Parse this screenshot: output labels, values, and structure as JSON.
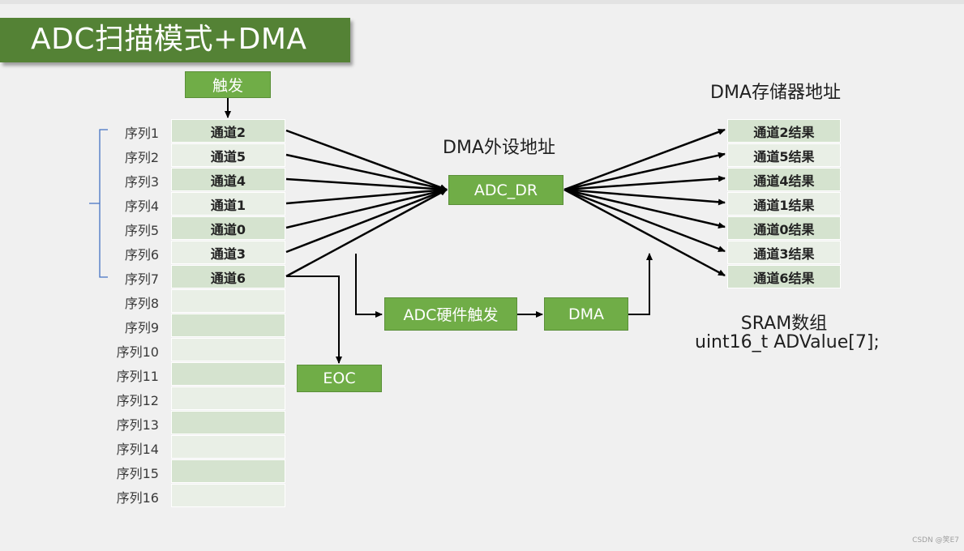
{
  "title": "ADC扫描模式+DMA",
  "trigger_label": "触发",
  "sequence_labels": [
    "序列1",
    "序列2",
    "序列3",
    "序列4",
    "序列5",
    "序列6",
    "序列7",
    "序列8",
    "序列9",
    "序列10",
    "序列11",
    "序列12",
    "序列13",
    "序列14",
    "序列15",
    "序列16"
  ],
  "sequence_channels": [
    "通道2",
    "通道5",
    "通道4",
    "通道1",
    "通道0",
    "通道3",
    "通道6",
    "",
    "",
    "",
    "",
    "",
    "",
    "",
    "",
    ""
  ],
  "dma_peripheral_label": "DMA外设地址",
  "adc_dr_label": "ADC_DR",
  "dma_memory_label": "DMA存储器地址",
  "results": [
    "通道2结果",
    "通道5结果",
    "通道4结果",
    "通道1结果",
    "通道0结果",
    "通道3结果",
    "通道6结果"
  ],
  "sram_line1": "SRAM数组",
  "sram_line2": "uint16_t ADValue[7];",
  "adc_hw_trigger_label": "ADC硬件触发",
  "dma_label": "DMA",
  "eoc_label": "EOC",
  "watermark": "CSDN @笑E7",
  "colors": {
    "banner": "#548235",
    "box_fill": "#70ad47",
    "cell_dark": "#d5e3cf",
    "cell_light": "#e9efe6",
    "bracket": "#4472c4",
    "arrows": "#000000"
  }
}
